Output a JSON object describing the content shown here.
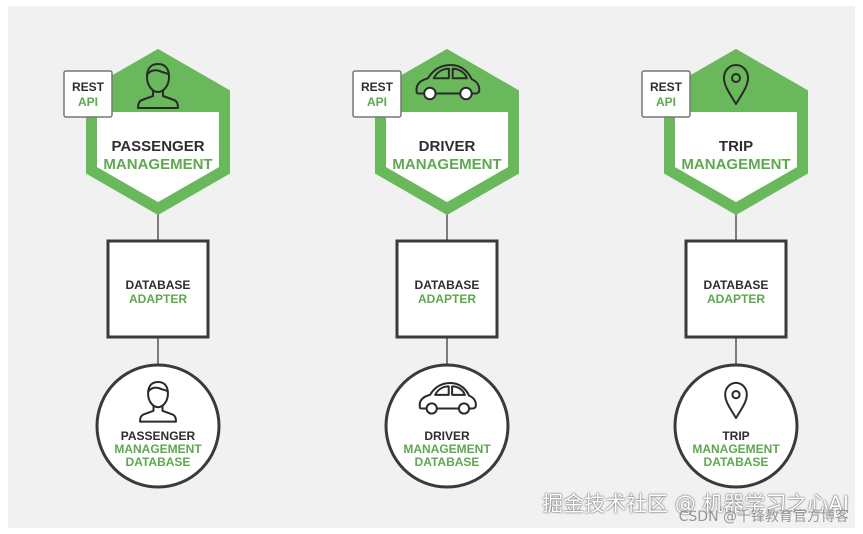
{
  "colors": {
    "green": "#6ab85c",
    "green_text": "#5ea84f",
    "green_light": "#d7ebd2",
    "dark": "#2e2e2e",
    "line": "#555555",
    "background": "#f1f1f1"
  },
  "services": [
    {
      "id": "passenger",
      "icon": "person-icon",
      "badge": {
        "line1": "REST",
        "line2": "API"
      },
      "service": {
        "line1": "PASSENGER",
        "line2": "MANAGEMENT"
      },
      "adapter": {
        "line1": "DATABASE",
        "line2": "ADAPTER"
      },
      "database": {
        "line1": "PASSENGER",
        "line2": "MANAGEMENT",
        "line3": "DATABASE"
      }
    },
    {
      "id": "driver",
      "icon": "car-icon",
      "badge": {
        "line1": "REST",
        "line2": "API"
      },
      "service": {
        "line1": "DRIVER",
        "line2": "MANAGEMENT"
      },
      "adapter": {
        "line1": "DATABASE",
        "line2": "ADAPTER"
      },
      "database": {
        "line1": "DRIVER",
        "line2": "MANAGEMENT",
        "line3": "DATABASE"
      }
    },
    {
      "id": "trip",
      "icon": "map-pin-icon",
      "badge": {
        "line1": "REST",
        "line2": "API"
      },
      "service": {
        "line1": "TRIP",
        "line2": "MANAGEMENT"
      },
      "adapter": {
        "line1": "DATABASE",
        "line2": "ADAPTER"
      },
      "database": {
        "line1": "TRIP",
        "line2": "MANAGEMENT",
        "line3": "DATABASE"
      }
    }
  ],
  "watermark": {
    "primary": "掘金技术社区 @ 机器学习之心AI",
    "secondary": "CSDN @千锋教育官方博客"
  }
}
